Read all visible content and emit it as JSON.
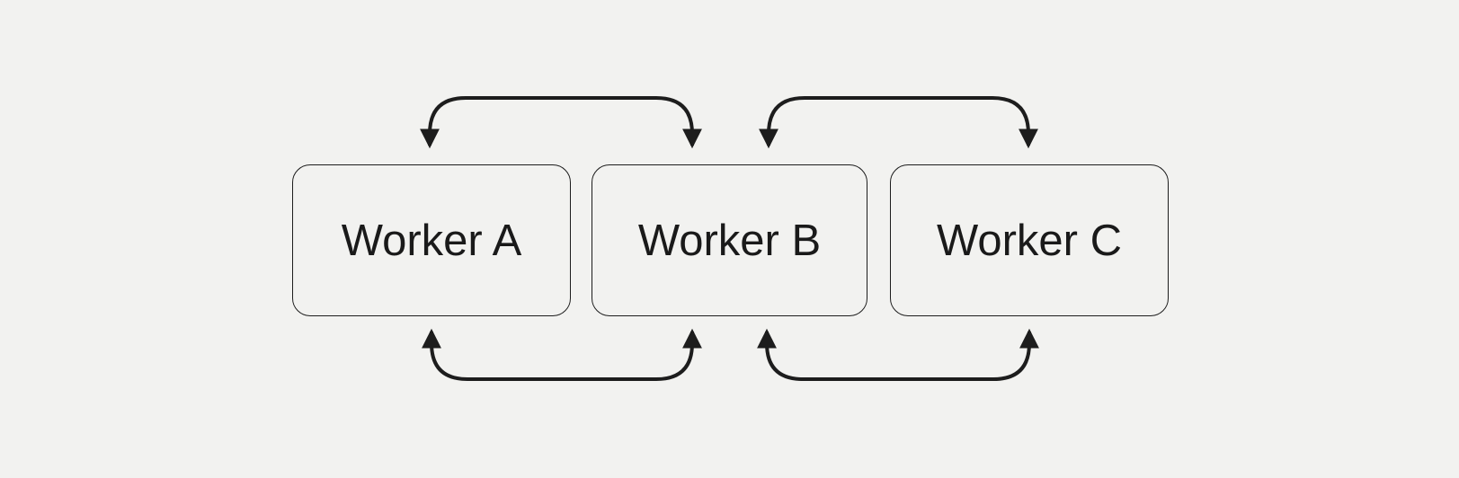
{
  "diagram": {
    "type": "node-link-diagram",
    "nodes": [
      {
        "id": "worker-a",
        "label": "Worker A"
      },
      {
        "id": "worker-b",
        "label": "Worker B"
      },
      {
        "id": "worker-c",
        "label": "Worker C"
      }
    ],
    "edges": [
      {
        "from": "worker-a",
        "to": "worker-b",
        "position": "top",
        "direction": "bidirectional",
        "arrowheads": "both"
      },
      {
        "from": "worker-b",
        "to": "worker-c",
        "position": "top",
        "direction": "bidirectional",
        "arrowheads": "both"
      },
      {
        "from": "worker-a",
        "to": "worker-b",
        "position": "bottom",
        "direction": "bidirectional",
        "arrowheads": "both"
      },
      {
        "from": "worker-b",
        "to": "worker-c",
        "position": "bottom",
        "direction": "bidirectional",
        "arrowheads": "both"
      }
    ],
    "colors": {
      "background": "#f2f2f0",
      "node_fill": "#f2f2f0",
      "node_border": "#1d1d1d",
      "arrow": "#1d1d1d",
      "text": "#1a1a1a"
    }
  }
}
